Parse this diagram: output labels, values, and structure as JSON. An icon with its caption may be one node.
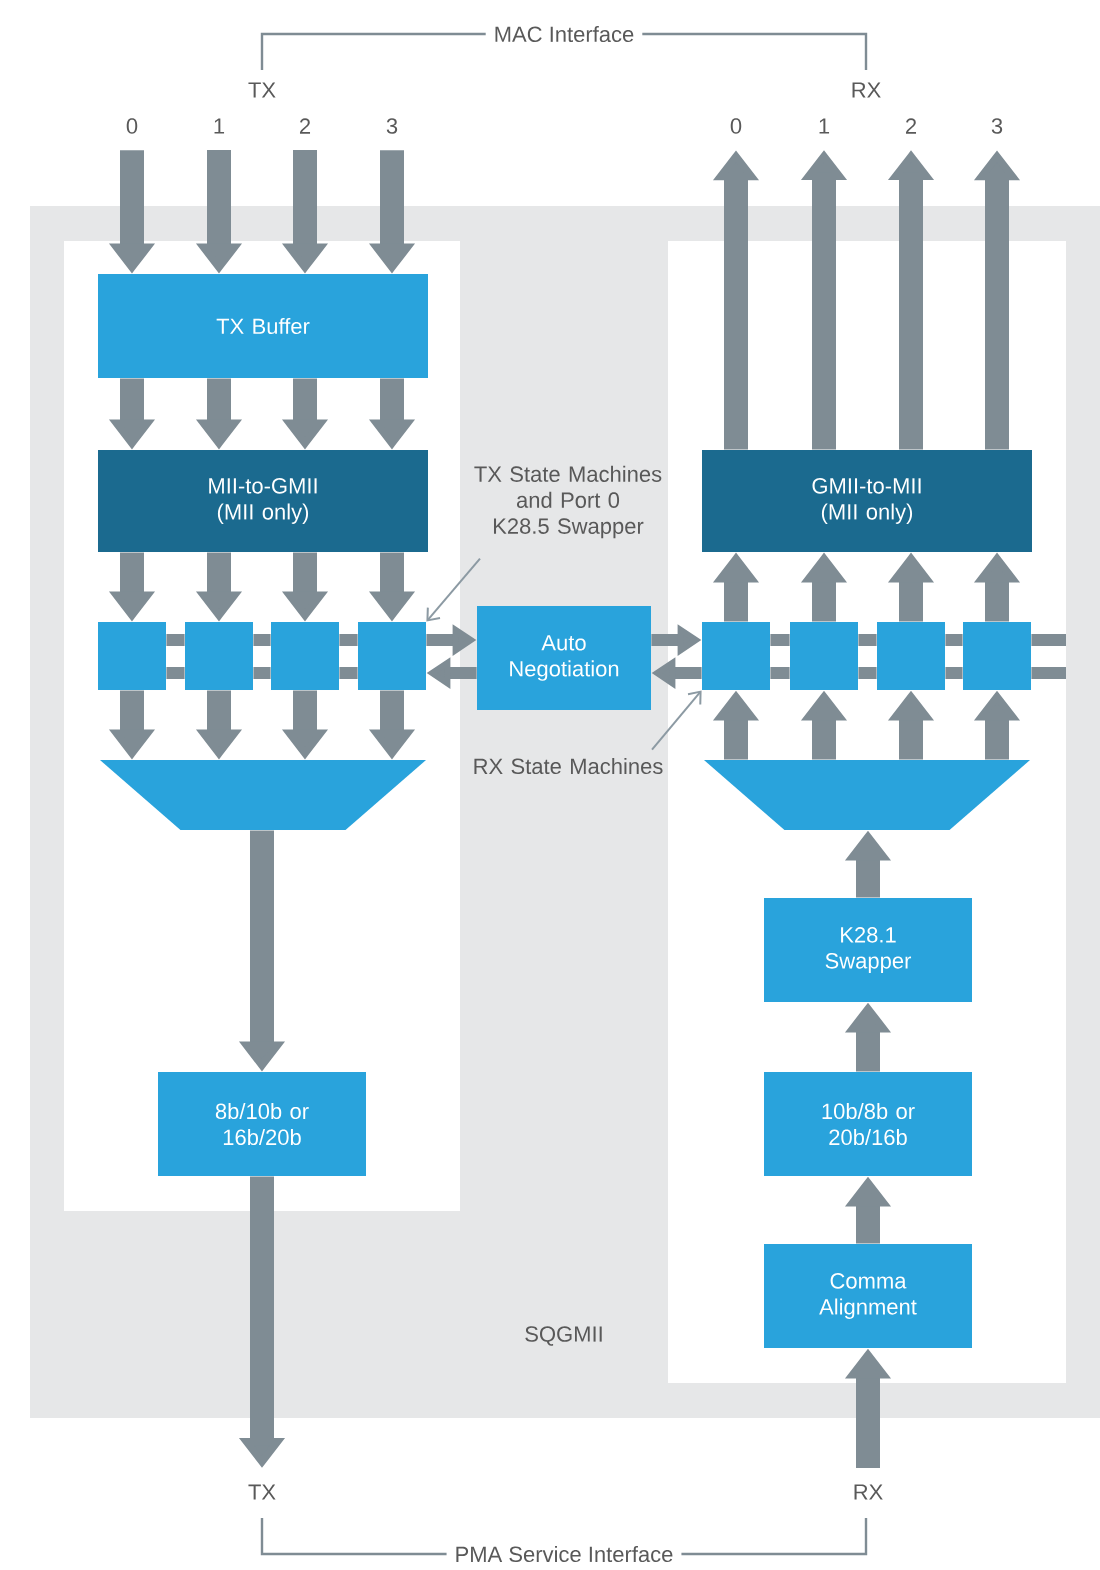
{
  "diagram": {
    "nodes": [
      {
        "text": [
          "SQGMII"
        ]
      },
      {
        "text": [],
        "shape": "box",
        "in": 0
      },
      {
        "text": [],
        "shape": "box",
        "in": 0
      },
      {
        "text": [
          "TX Buffer"
        ],
        "in": 1
      },
      {
        "text": [
          "MII-to-GMII (MII only)"
        ],
        "in": 1
      },
      {
        "text": [],
        "shape": "box",
        "in": 1
      },
      {
        "text": [],
        "shape": "box",
        "in": 1
      },
      {
        "text": [],
        "shape": "box",
        "in": 1
      },
      {
        "text": [],
        "shape": "box",
        "in": 1
      },
      {
        "text": [],
        "shape": "trapezoid",
        "in": 1
      },
      {
        "text": [
          "8b/10b or 16b/20b"
        ],
        "in": 1
      },
      {
        "text": [
          "Auto Negotiation"
        ],
        "in": 0
      },
      {
        "text": [
          "GMII-to-MII (MII only)"
        ],
        "in": 2
      },
      {
        "text": [],
        "shape": "box",
        "in": 2
      },
      {
        "text": [],
        "shape": "box",
        "in": 2
      },
      {
        "text": [],
        "shape": "box",
        "in": 2
      },
      {
        "text": [],
        "shape": "box",
        "in": 2
      },
      {
        "text": [],
        "shape": "trapezoid",
        "in": 2
      },
      {
        "text": [
          "K28.1 Swapper"
        ],
        "in": 2
      },
      {
        "text": [
          "10b/8b or 20b/16b"
        ],
        "in": 2
      },
      {
        "text": [
          "Comma Alignment"
        ],
        "in": 2
      },
      {
        "text": [
          "0"
        ]
      },
      {
        "text": [
          "1"
        ]
      },
      {
        "text": [
          "2"
        ]
      },
      {
        "text": [
          "3"
        ]
      },
      {
        "text": [
          "0"
        ]
      },
      {
        "text": [
          "1"
        ]
      },
      {
        "text": [
          "2"
        ]
      },
      {
        "text": [
          "3"
        ]
      },
      {
        "text": [
          "TX"
        ]
      },
      {
        "text": [
          "RX"
        ]
      },
      {
        "text": [
          "TX State Machines and Port 0 K28.5 Swapper"
        ],
        "in": 0
      },
      {
        "text": [
          "RX State Machines"
        ],
        "in": 0
      }
    ],
    "edges": [
      {
        "from": 21,
        "to": 3,
        "arrow": "to"
      },
      {
        "from": 22,
        "to": 3,
        "arrow": "to"
      },
      {
        "from": 23,
        "to": 3,
        "arrow": "to"
      },
      {
        "from": 24,
        "to": 3,
        "arrow": "to"
      },
      {
        "from": 3,
        "to": 4,
        "arrow": "to"
      },
      {
        "from": 3,
        "to": 4,
        "arrow": "to"
      },
      {
        "from": 3,
        "to": 4,
        "arrow": "to"
      },
      {
        "from": 3,
        "to": 4,
        "arrow": "to"
      },
      {
        "from": 4,
        "to": 5,
        "arrow": "to"
      },
      {
        "from": 4,
        "to": 6,
        "arrow": "to"
      },
      {
        "from": 4,
        "to": 7,
        "arrow": "to"
      },
      {
        "from": 4,
        "to": 8,
        "arrow": "to"
      },
      {
        "from": 5,
        "to": 9,
        "arrow": "to"
      },
      {
        "from": 6,
        "to": 9,
        "arrow": "to"
      },
      {
        "from": 7,
        "to": 9,
        "arrow": "to"
      },
      {
        "from": 8,
        "to": 9,
        "arrow": "to"
      },
      {
        "from": 9,
        "to": 10,
        "arrow": "to"
      },
      {
        "from": 10,
        "to": 29,
        "arrow": "to"
      },
      {
        "from": 5,
        "to": 6,
        "arrow": "none"
      },
      {
        "from": 5,
        "to": 6,
        "arrow": "none"
      },
      {
        "from": 6,
        "to": 7,
        "arrow": "none"
      },
      {
        "from": 6,
        "to": 7,
        "arrow": "none"
      },
      {
        "from": 7,
        "to": 8,
        "arrow": "none"
      },
      {
        "from": 7,
        "to": 8,
        "arrow": "none"
      },
      {
        "from": 8,
        "to": 11,
        "arrow": "to"
      },
      {
        "from": 11,
        "to": 8,
        "arrow": "to"
      },
      {
        "from": 11,
        "to": 13,
        "arrow": "to"
      },
      {
        "from": 13,
        "to": 11,
        "arrow": "to"
      },
      {
        "from": 13,
        "to": 14,
        "arrow": "none"
      },
      {
        "from": 13,
        "to": 14,
        "arrow": "none"
      },
      {
        "from": 14,
        "to": 15,
        "arrow": "none"
      },
      {
        "from": 14,
        "to": 15,
        "arrow": "none"
      },
      {
        "from": 15,
        "to": 16,
        "arrow": "none"
      },
      {
        "from": 15,
        "to": 16,
        "arrow": "none"
      },
      {
        "from": 17,
        "to": 13,
        "arrow": "to"
      },
      {
        "from": 17,
        "to": 14,
        "arrow": "to"
      },
      {
        "from": 17,
        "to": 15,
        "arrow": "to"
      },
      {
        "from": 17,
        "to": 16,
        "arrow": "to"
      },
      {
        "from": 13,
        "to": 12,
        "arrow": "to"
      },
      {
        "from": 14,
        "to": 12,
        "arrow": "to"
      },
      {
        "from": 15,
        "to": 12,
        "arrow": "to"
      },
      {
        "from": 16,
        "to": 12,
        "arrow": "to"
      },
      {
        "from": 12,
        "to": 25,
        "arrow": "to"
      },
      {
        "from": 12,
        "to": 26,
        "arrow": "to"
      },
      {
        "from": 12,
        "to": 27,
        "arrow": "to"
      },
      {
        "from": 12,
        "to": 28,
        "arrow": "to"
      },
      {
        "from": 18,
        "to": 17,
        "arrow": "to"
      },
      {
        "from": 19,
        "to": 18,
        "arrow": "to"
      },
      {
        "from": 20,
        "to": 19,
        "arrow": "to"
      },
      {
        "from": 30,
        "to": 20,
        "arrow": "to"
      },
      {
        "from": 31,
        "to": 8,
        "arrow": "to"
      },
      {
        "from": 32,
        "to": 13,
        "arrow": "to"
      }
    ],
    "labels": [
      "MAC Interface",
      "TX",
      "RX",
      "PMA Service Interface"
    ]
  }
}
